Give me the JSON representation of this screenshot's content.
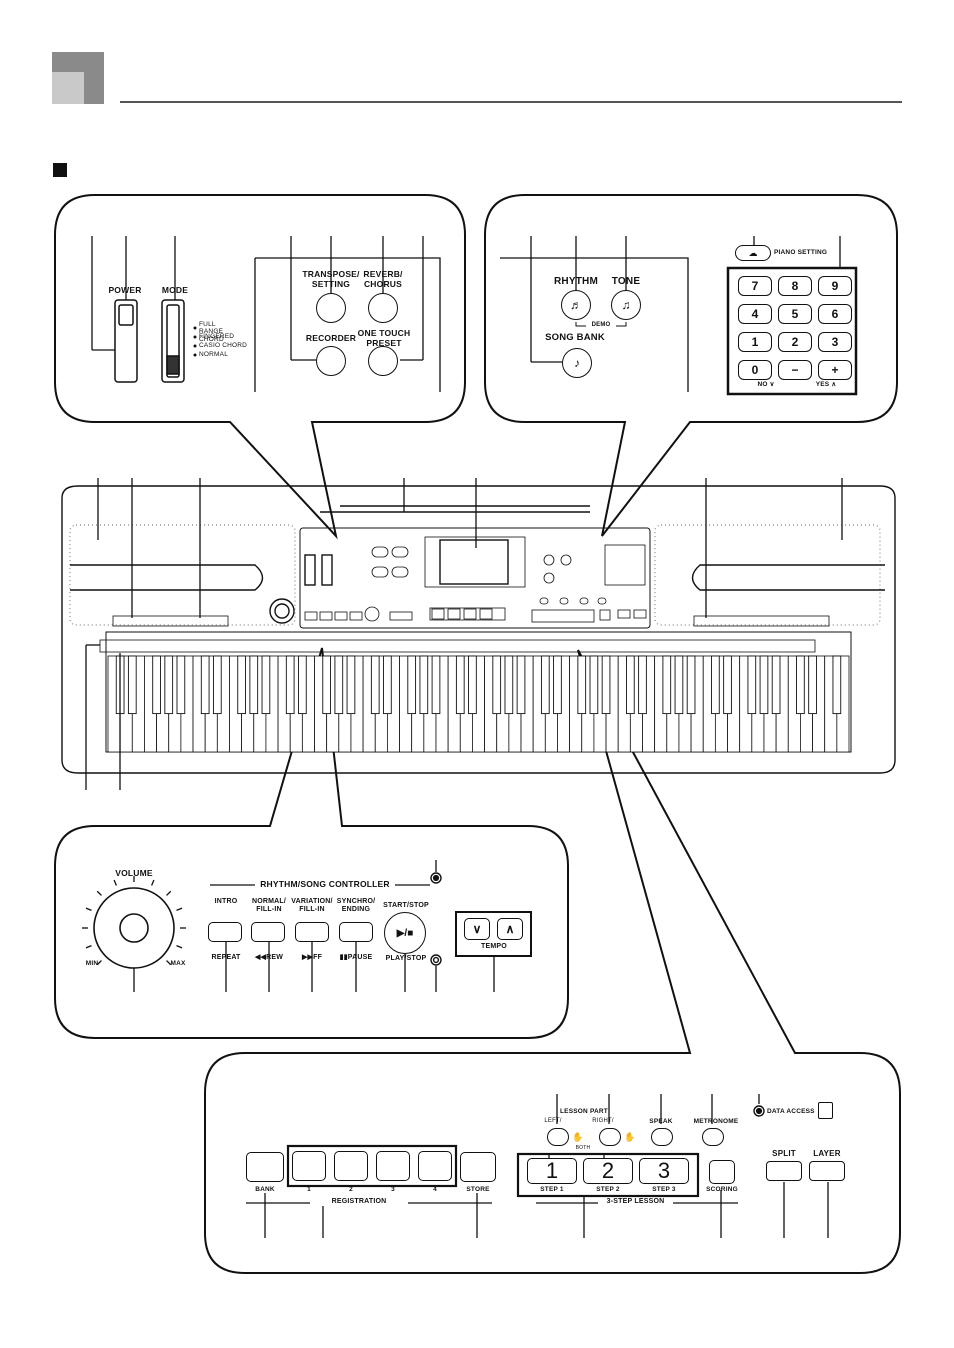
{
  "header": {
    "square_icon": "header-square-icon"
  },
  "panel_power": {
    "power_label": "POWER",
    "mode_label": "MODE",
    "mode_options": [
      "FULL RANGE CHORD",
      "FINGERED",
      "CASIO CHORD",
      "NORMAL"
    ],
    "transpose_label": "TRANSPOSE/\nSETTING",
    "reverb_label": "REVERB/\nCHORUS",
    "recorder_label": "RECORDER",
    "one_touch_label": "ONE TOUCH\nPRESET"
  },
  "panel_tone": {
    "piano_setting_label": "PIANO SETTING",
    "rhythm_label": "RHYTHM",
    "tone_label": "TONE",
    "demo_label": "DEMO",
    "song_bank_label": "SONG BANK",
    "keypad": [
      "7",
      "8",
      "9",
      "4",
      "5",
      "6",
      "1",
      "2",
      "3",
      "0",
      "−",
      "+"
    ],
    "no_label": "NO ∨",
    "yes_label": "YES ∧"
  },
  "panel_controller": {
    "volume_label": "VOLUME",
    "min_label": "MIN",
    "max_label": "MAX",
    "group_label": "RHYTHM/SONG CONTROLLER",
    "intro_label": "INTRO",
    "normal_label": "NORMAL/\nFILL-IN",
    "variation_label": "VARIATION/\nFILL-IN",
    "synchro_label": "SYNCHRO/\nENDING",
    "start_stop_label": "START/STOP",
    "play_icon_text": "▶/■",
    "repeat_label": "REPEAT",
    "rew_label": "◀◀REW",
    "ff_label": "▶▶FF",
    "pause_label": "▮▮PAUSE",
    "play_stop_label": "PLAY/STOP",
    "tempo_label": "TEMPO",
    "tempo_down": "∨",
    "tempo_up": "∧"
  },
  "panel_registration": {
    "bank_label": "BANK",
    "reg_numbers": [
      "1",
      "2",
      "3",
      "4"
    ],
    "store_label": "STORE",
    "registration_label": "REGISTRATION",
    "lesson_part_label": "LESSON PART",
    "left_label": "LEFT/",
    "right_label": "RIGHT/",
    "both_label": "BOTH",
    "speak_label": "SPEAK",
    "metronome_label": "METRONOME",
    "data_access_label": "DATA ACCESS",
    "step_keys": [
      "1",
      "2",
      "3"
    ],
    "step_labels": [
      "STEP 1",
      "STEP 2",
      "STEP 3"
    ],
    "lesson_label": "3-STEP LESSON",
    "scoring_label": "SCORING",
    "split_label": "SPLIT",
    "layer_label": "LAYER"
  }
}
